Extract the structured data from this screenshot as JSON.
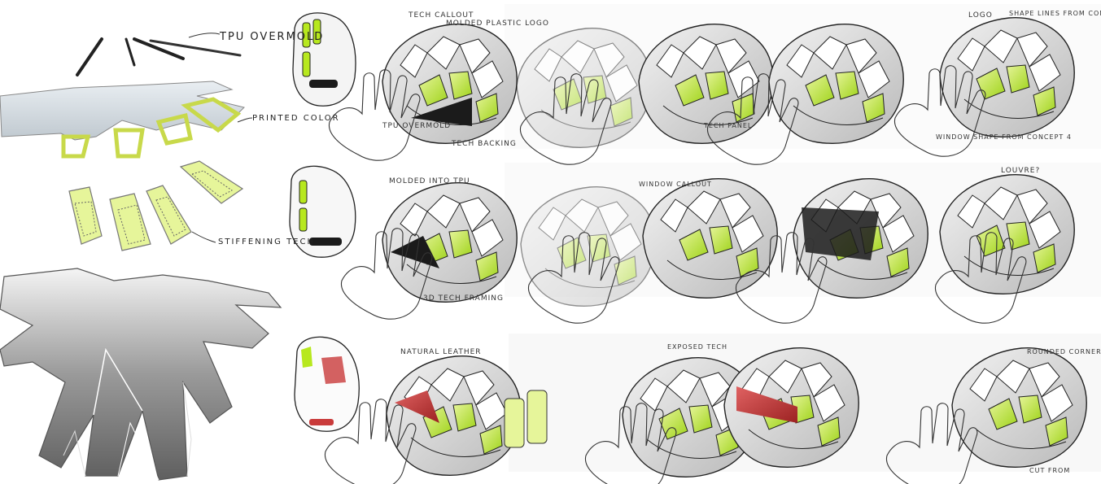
{
  "palette": {
    "lime": "#b7e81e",
    "lime_light": "#e6f59a",
    "dark": "#1b1b1b",
    "mid_gray": "#8e8e8e",
    "light_gray": "#d9d9d9",
    "red": "#c93b3b"
  },
  "left_column": {
    "label_overmold": "TPU OVERMOLD",
    "label_printed": "PRINTED COLOR",
    "label_stiffening": "STIFFENING TECH"
  },
  "row1": {
    "callouts": [
      {
        "text": "TECH CALLOUT"
      },
      {
        "text": "MOLDED PLASTIC LOGO"
      },
      {
        "text": "TPU OVERMOLD"
      },
      {
        "text": "TECH BACKING"
      },
      {
        "text": "LOGO"
      },
      {
        "text": "SHAPE LINES FROM CONCEPT"
      },
      {
        "text": "WINDOW SHAPE FROM CONCEPT 4"
      },
      {
        "text": "TECH PANEL"
      }
    ]
  },
  "row2": {
    "callouts": [
      {
        "text": "MOLDED INTO TPU"
      },
      {
        "text": "3D TECH FRAMING"
      },
      {
        "text": "LOUVRE?"
      },
      {
        "text": "WINDOW CALLOUT"
      }
    ]
  },
  "row3": {
    "callouts": [
      {
        "text": "NATURAL LEATHER"
      },
      {
        "text": "ROUNDED CORNERS"
      },
      {
        "text": "CUT FROM"
      },
      {
        "text": "EXPOSED TECH"
      }
    ]
  }
}
